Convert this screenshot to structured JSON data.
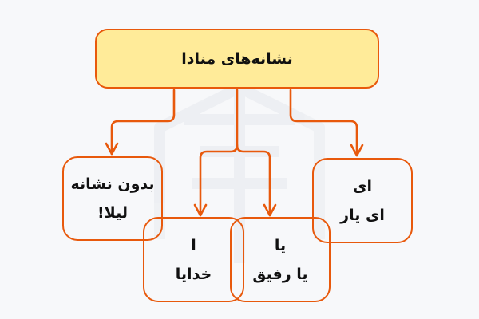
{
  "diagram": {
    "title": "نشانه‌های منادا",
    "nodes": [
      {
        "id": "no-sign",
        "lines": [
          "بدون نشانه",
          "لیلا!"
        ]
      },
      {
        "id": "alef",
        "lines": [
          "ا",
          "خدایا"
        ]
      },
      {
        "id": "ya",
        "lines": [
          "یا",
          "یا رفیق"
        ]
      },
      {
        "id": "ey",
        "lines": [
          "ای",
          "ای یار"
        ]
      }
    ],
    "edges": [
      {
        "from": "root",
        "to": "no-sign"
      },
      {
        "from": "root",
        "to": "alef"
      },
      {
        "from": "root",
        "to": "ya"
      },
      {
        "from": "root",
        "to": "ey"
      }
    ],
    "colors": {
      "stroke": "#E8590C",
      "root_fill": "#FFEB99",
      "background": "#F7F8FA",
      "text": "#111111"
    }
  }
}
